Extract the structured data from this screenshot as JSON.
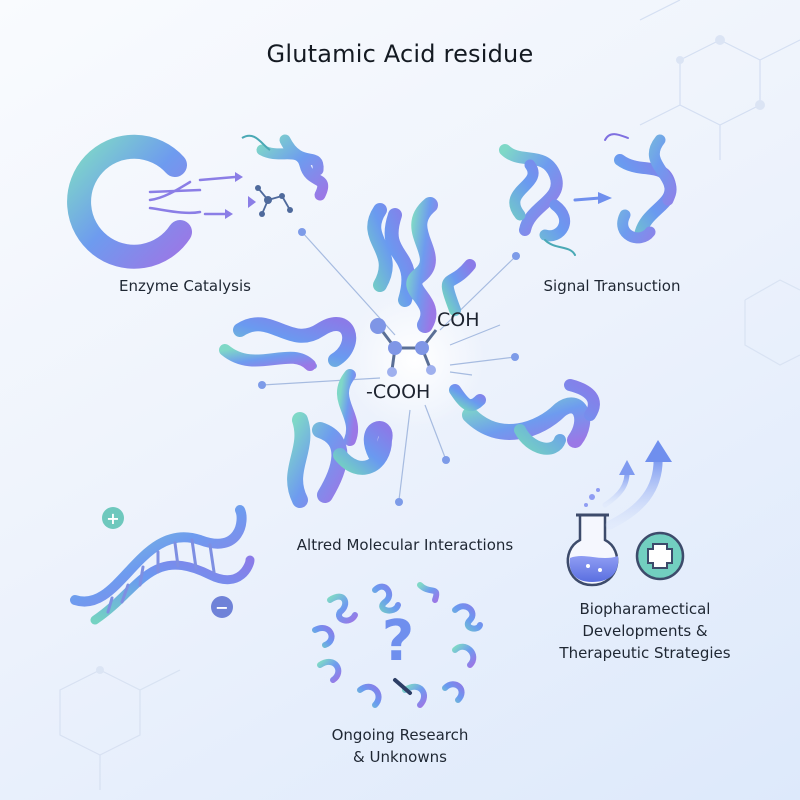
{
  "title": "Glutamic Acid residue",
  "center": {
    "formula_top": "COH",
    "formula_bottom": "-COOH"
  },
  "nodes": {
    "enzyme_catalysis": "Enzyme Catalysis",
    "signal_transduction": "Signal Transuction",
    "altered_interactions": "Altred Molecular Interactions",
    "biopharma": [
      "Biopharamectical",
      "Developments &",
      "Therapeutic Strategies"
    ],
    "ongoing_research": [
      "Ongoing Research",
      "& Unknowns"
    ]
  },
  "symbols": {
    "plus": "+",
    "minus": "−",
    "question": "?"
  },
  "colors": {
    "accent_teal": "#6fd3c4",
    "accent_blue": "#6b8ef0",
    "accent_purple": "#9b7fe6",
    "connector": "#9bb2dc"
  }
}
